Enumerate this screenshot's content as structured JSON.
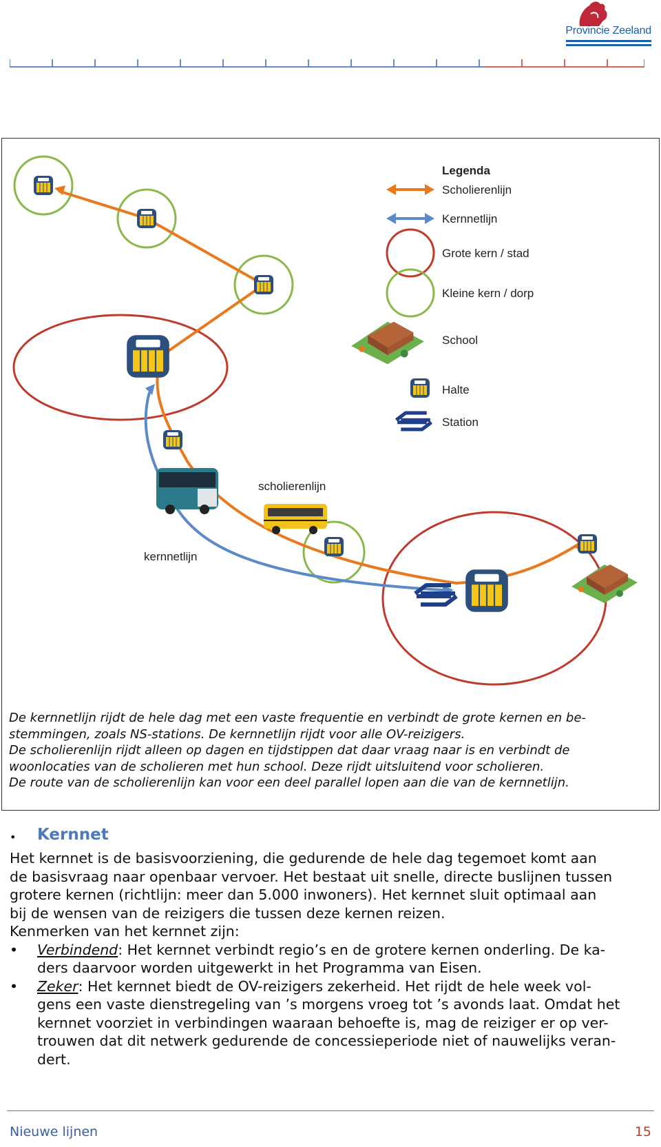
{
  "header": {
    "logo_text": "Provincie Zeeland"
  },
  "figure": {
    "legend": {
      "title": "Legenda",
      "items": [
        "Scholierenlijn",
        "Kernnetlijn",
        "Grote kern / stad",
        "Kleine kern / dorp",
        "School",
        "Halte",
        "Station"
      ]
    },
    "labels": {
      "scholierenlijn": "scholierenlijn",
      "kernnetlijn": "kernnetlijn"
    },
    "colors": {
      "scholierenlijn": "#e8791e",
      "kernnetlijn": "#5b8ac8",
      "grote_kern": "#c0392b",
      "kleine_kern": "#8ab84a",
      "halte_fill": "#f5c518",
      "halte_border": "#2d4f7c",
      "station": "#1f3f8a"
    },
    "caption": [
      "De kernnetlijn rijdt de hele dag met een vaste frequentie en verbindt de grote kernen en be-",
      "stemmingen, zoals NS-stations. De kernnetlijn rijdt voor alle OV-reizigers.",
      "De scholierenlijn rijdt alleen op dagen en tijdstippen dat daar vraag naar is en verbindt de",
      "woonlocaties van de scholieren met hun school. Deze rijdt uitsluitend voor scholieren.",
      "De route van de scholierenlijn kan voor een deel parallel lopen aan die van de kernnetlijn."
    ]
  },
  "section": {
    "bullet_symbol": "•",
    "heading": "Kernnet",
    "intro": [
      "Het kernnet is de basisvoorziening, die gedurende de hele dag tegemoet komt aan",
      "de basisvraag naar openbaar vervoer. Het bestaat uit snelle, directe buslijnen tussen",
      "grotere kernen (richtlijn: meer dan 5.000 inwoners). Het kernnet sluit optimaal aan",
      "bij de wensen van de reizigers die tussen deze  kernen reizen.",
      "Kenmerken van het kernnet zijn:"
    ],
    "items": [
      {
        "term": "Verbindend",
        "lines": [
          ": Het kernnet verbindt regio’s en de grotere kernen onderling. De ka-",
          "ders daarvoor worden uitgewerkt in het Programma van Eisen."
        ]
      },
      {
        "term": "Zeker",
        "lines": [
          ": Het kernnet biedt de OV-reizigers zekerheid. Het rijdt de hele week vol-",
          "gens een vaste dienstregeling van ’s morgens vroeg tot ’s avonds laat. Omdat het",
          "kernnet voorziet in verbindingen waaraan behoefte is, mag de reiziger er op ver-",
          "trouwen dat dit netwerk gedurende de concessieperiode niet of nauwelijks veran-",
          "dert."
        ]
      }
    ]
  },
  "footer": {
    "title": "Nieuwe lijnen",
    "page": "15"
  }
}
